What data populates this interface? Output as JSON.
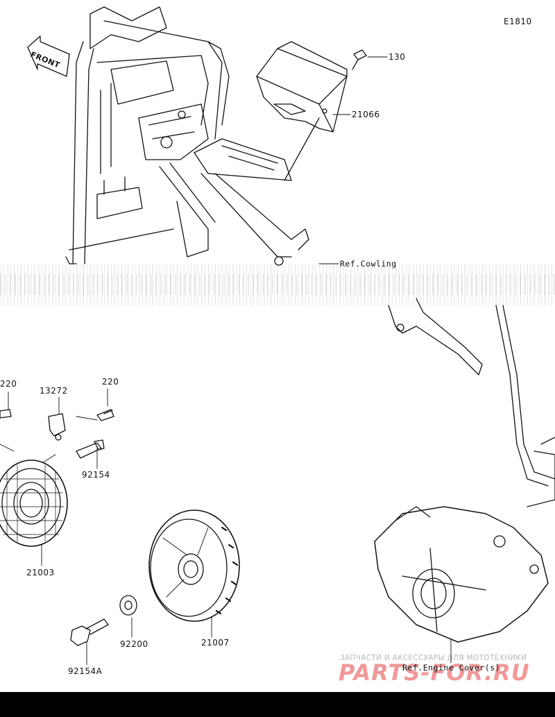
{
  "diagram_code": "E1810",
  "front_label": "FRONT",
  "parts": {
    "screw_130": "130",
    "ecu_21066": "21066",
    "bolt_220_left": "220",
    "bracket_13272": "13272",
    "bolt_220_right": "220",
    "bolt_92154": "92154",
    "stator_21003": "21003",
    "washer_92200": "92200",
    "rotor_21007": "21007",
    "bolt_92154A": "92154A"
  },
  "references": {
    "cowling": "Ref.Cowling",
    "engine_cover": "Ref.Engine Cover(s)"
  },
  "watermark": {
    "tagline": "ЗАПЧАСТИ И АКСЕССУАРЫ ДЛЯ МОТОТЕХНИКИ",
    "logo": "PARTS-FOR.RU"
  }
}
